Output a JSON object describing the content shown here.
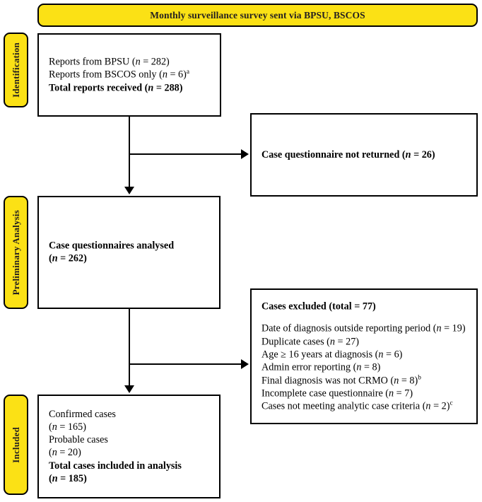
{
  "banner": {
    "text": "Monthly surveillance survey sent via BPSU, BSCOS"
  },
  "stages": [
    {
      "id": "identification",
      "label": "Identification"
    },
    {
      "id": "preliminary",
      "label": "Preliminary Analysis"
    },
    {
      "id": "included",
      "label": "Included"
    }
  ],
  "boxes": {
    "identification": {
      "lines": [
        {
          "text": "Reports from BPSU (n = 282)",
          "bold": false
        },
        {
          "text": "Reports from BSCOS only (n = 6)a",
          "bold": false
        },
        {
          "text": "Total reports received (n = 288)",
          "bold": true
        }
      ]
    },
    "not_returned": {
      "lines": [
        {
          "text": "Case questionnaire not returned (n = 26)",
          "bold": true
        }
      ]
    },
    "analysed": {
      "lines": [
        {
          "text": "Case questionnaires analysed",
          "bold": true
        },
        {
          "text": "(n = 262)",
          "bold": true
        }
      ]
    },
    "excluded": {
      "heading": "Cases excluded (total = 77)",
      "lines": [
        {
          "text": "Date of diagnosis outside reporting period (n = 19)"
        },
        {
          "text": "Duplicate cases (n = 27)"
        },
        {
          "text": "Age ≥ 16 years at diagnosis (n = 6)"
        },
        {
          "text": "Admin error reporting (n = 8)"
        },
        {
          "text": "Final diagnosis was not CRMO (n = 8)b"
        },
        {
          "text": "Incomplete case questionnaire (n = 7)"
        },
        {
          "text": "Cases not meeting analytic case criteria (n = 2)c"
        }
      ]
    },
    "included": {
      "lines": [
        {
          "text": "Confirmed cases",
          "bold": false
        },
        {
          "text": "(n = 165)",
          "bold": false
        },
        {
          "text": "Probable cases",
          "bold": false
        },
        {
          "text": "(n = 20)",
          "bold": false
        },
        {
          "text": "Total cases included in analysis",
          "bold": true
        },
        {
          "text": "(n = 185)",
          "bold": true
        }
      ]
    }
  },
  "footnote_markers": [
    "a",
    "b",
    "c"
  ],
  "colors": {
    "accent_yellow": "#fbe115",
    "border_black": "#000000",
    "box_fill": "#ffffff",
    "text": "#000000"
  }
}
